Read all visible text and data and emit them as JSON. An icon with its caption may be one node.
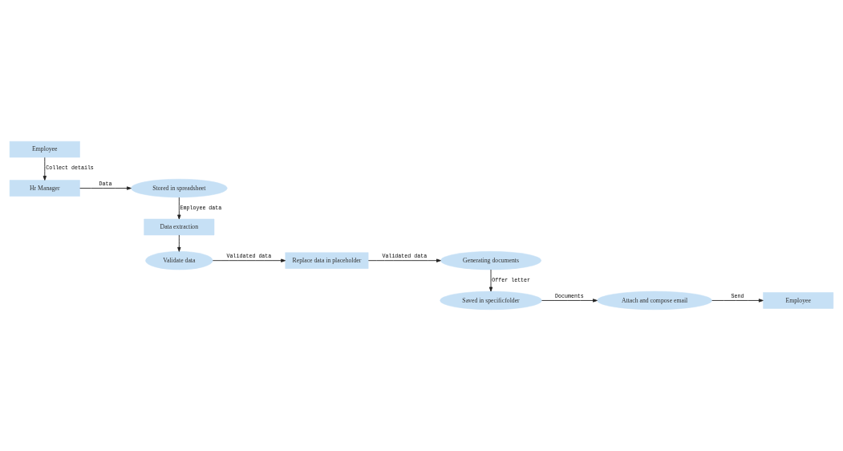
{
  "diagram": {
    "nodes": [
      {
        "text": [
          "Employee"
        ]
      },
      {
        "text": [
          "Hr Manager"
        ]
      },
      {
        "text": [
          "Stored in spreadsheet"
        ]
      },
      {
        "text": [
          "Data extraction"
        ]
      },
      {
        "text": [
          "Validate data"
        ]
      },
      {
        "text": [
          "Replace data in placeholder"
        ]
      },
      {
        "text": [
          "Generating documents"
        ]
      },
      {
        "text": [
          "Saved in specificfolder"
        ]
      },
      {
        "text": [
          "Attach and compose email"
        ]
      },
      {
        "text": [
          "Employee"
        ]
      }
    ],
    "edges": [
      {
        "from": 0,
        "to": 1,
        "arrow": "to",
        "label": "Collect details"
      },
      {
        "from": 1,
        "to": 2,
        "arrow": "to",
        "label": "Data"
      },
      {
        "from": 2,
        "to": 3,
        "arrow": "to",
        "label": "Employee data"
      },
      {
        "from": 3,
        "to": 4,
        "arrow": "to"
      },
      {
        "from": 4,
        "to": 5,
        "arrow": "to",
        "label": "Validated data"
      },
      {
        "from": 5,
        "to": 6,
        "arrow": "to",
        "label": "Validated data"
      },
      {
        "from": 6,
        "to": 7,
        "arrow": "to",
        "label": "Offer letter"
      },
      {
        "from": 7,
        "to": 8,
        "arrow": "to",
        "label": "Documents"
      },
      {
        "from": 8,
        "to": 9,
        "arrow": "to",
        "label": "Send"
      }
    ]
  }
}
